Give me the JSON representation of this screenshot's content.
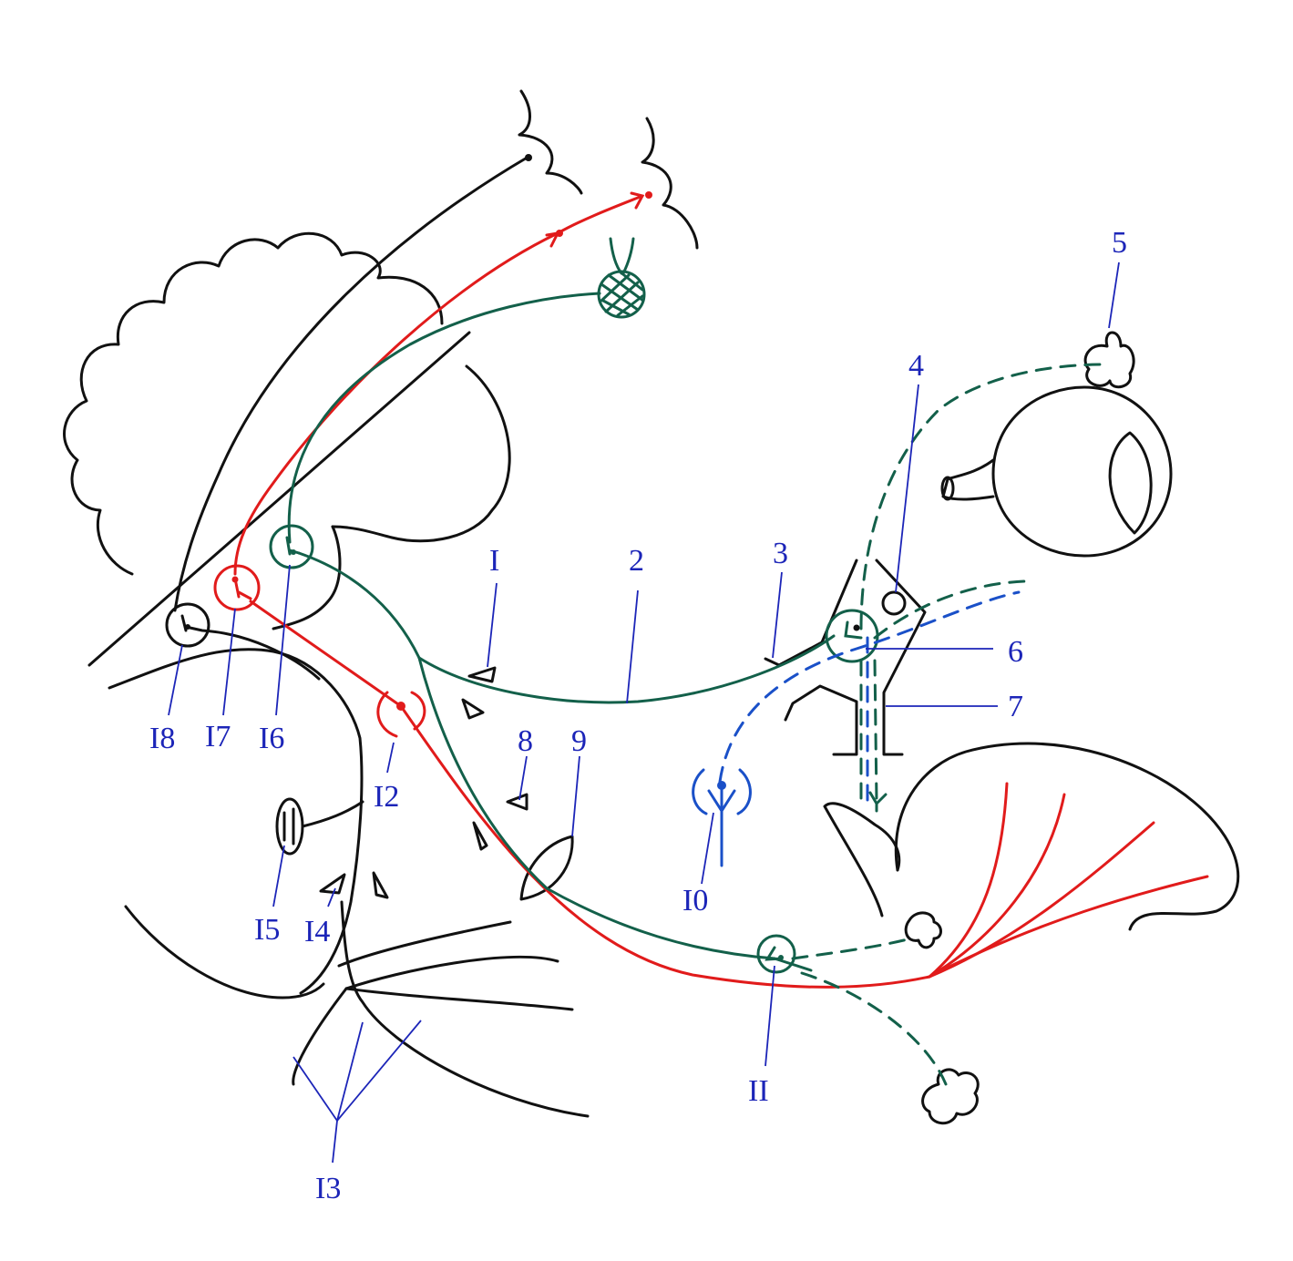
{
  "colors": {
    "outline": "#111111",
    "red_pathway": "#e11b1b",
    "green_pathway": "#13604a",
    "blue_pathway": "#1a50c8",
    "label_text": "#1c25b8"
  },
  "labels": {
    "l1": "I",
    "l2": "2",
    "l3": "3",
    "l4": "4",
    "l5": "5",
    "l6": "6",
    "l7": "7",
    "l8": "8",
    "l9": "9",
    "l10": "I0",
    "l11": "II",
    "l12": "I2",
    "l13": "I3",
    "l14": "I4",
    "l15": "I5",
    "l16": "I6",
    "l17": "I7",
    "l18": "I8"
  }
}
